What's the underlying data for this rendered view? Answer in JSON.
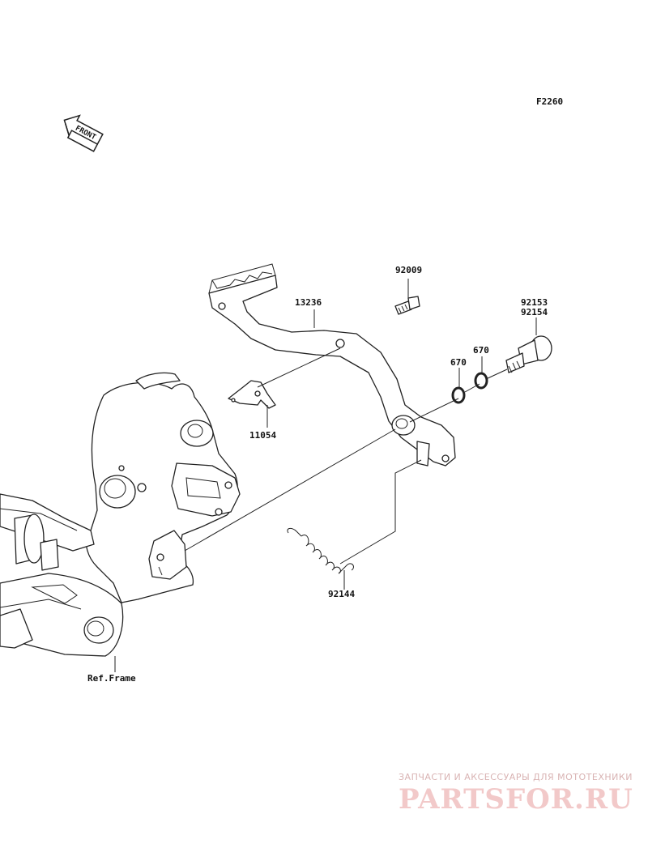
{
  "figure_code": "F2260",
  "front_label": "FRONT",
  "ref_frame_label": "Ref.Frame",
  "parts": [
    {
      "id": "p-92009",
      "number": "92009"
    },
    {
      "id": "p-13236",
      "number": "13236"
    },
    {
      "id": "p-92153",
      "number": "92153"
    },
    {
      "id": "p-92154",
      "number": "92154"
    },
    {
      "id": "p-670a",
      "number": "670"
    },
    {
      "id": "p-670b",
      "number": "670"
    },
    {
      "id": "p-11054",
      "number": "11054"
    },
    {
      "id": "p-92144",
      "number": "92144"
    }
  ],
  "watermark": {
    "tagline": "ЗАПЧАСТИ И АКСЕССУАРЫ ДЛЯ МОТОТЕХНИКИ",
    "brand": "PARTSFOR.RU"
  }
}
